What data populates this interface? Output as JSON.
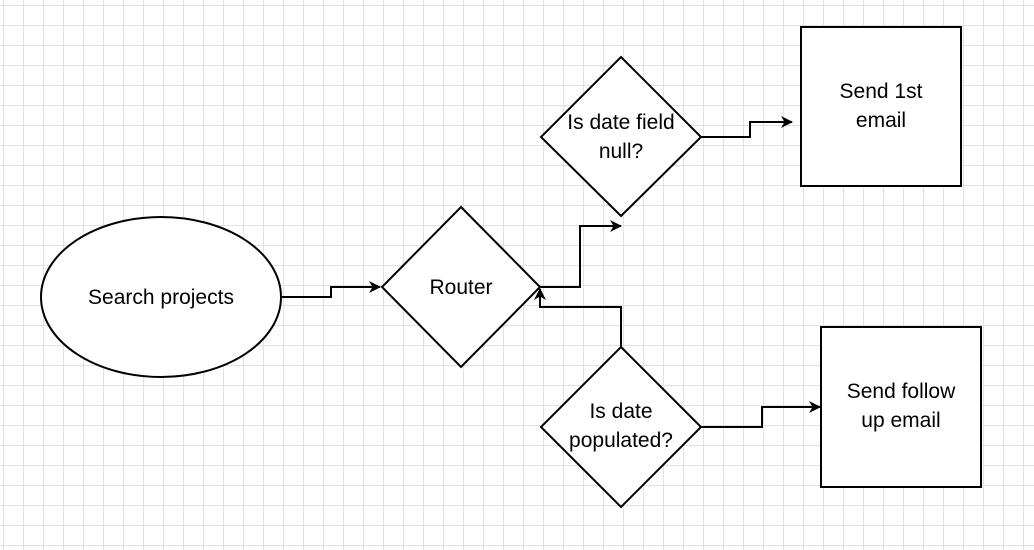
{
  "diagram": {
    "nodes": {
      "search_projects": {
        "label": "Search projects",
        "shape": "ellipse"
      },
      "router": {
        "label": "Router",
        "shape": "diamond"
      },
      "is_date_field_null": {
        "label": "Is date field\nnull?",
        "shape": "diamond"
      },
      "is_date_populated": {
        "label": "Is date\npopulated?",
        "shape": "diamond"
      },
      "send_first_email": {
        "label": "Send 1st\nemail",
        "shape": "rectangle"
      },
      "send_follow_up_email": {
        "label": "Send follow\nup email",
        "shape": "rectangle"
      }
    },
    "edges": [
      {
        "from": "search_projects",
        "to": "router"
      },
      {
        "from": "router",
        "to": "is_date_field_null"
      },
      {
        "from": "is_date_populated",
        "to": "router"
      },
      {
        "from": "is_date_field_null",
        "to": "send_first_email"
      },
      {
        "from": "is_date_populated",
        "to": "send_follow_up_email"
      }
    ],
    "colors": {
      "background": "#ffffff",
      "grid": "#e1e1e1",
      "stroke": "#000000",
      "fill": "#ffffff"
    }
  }
}
